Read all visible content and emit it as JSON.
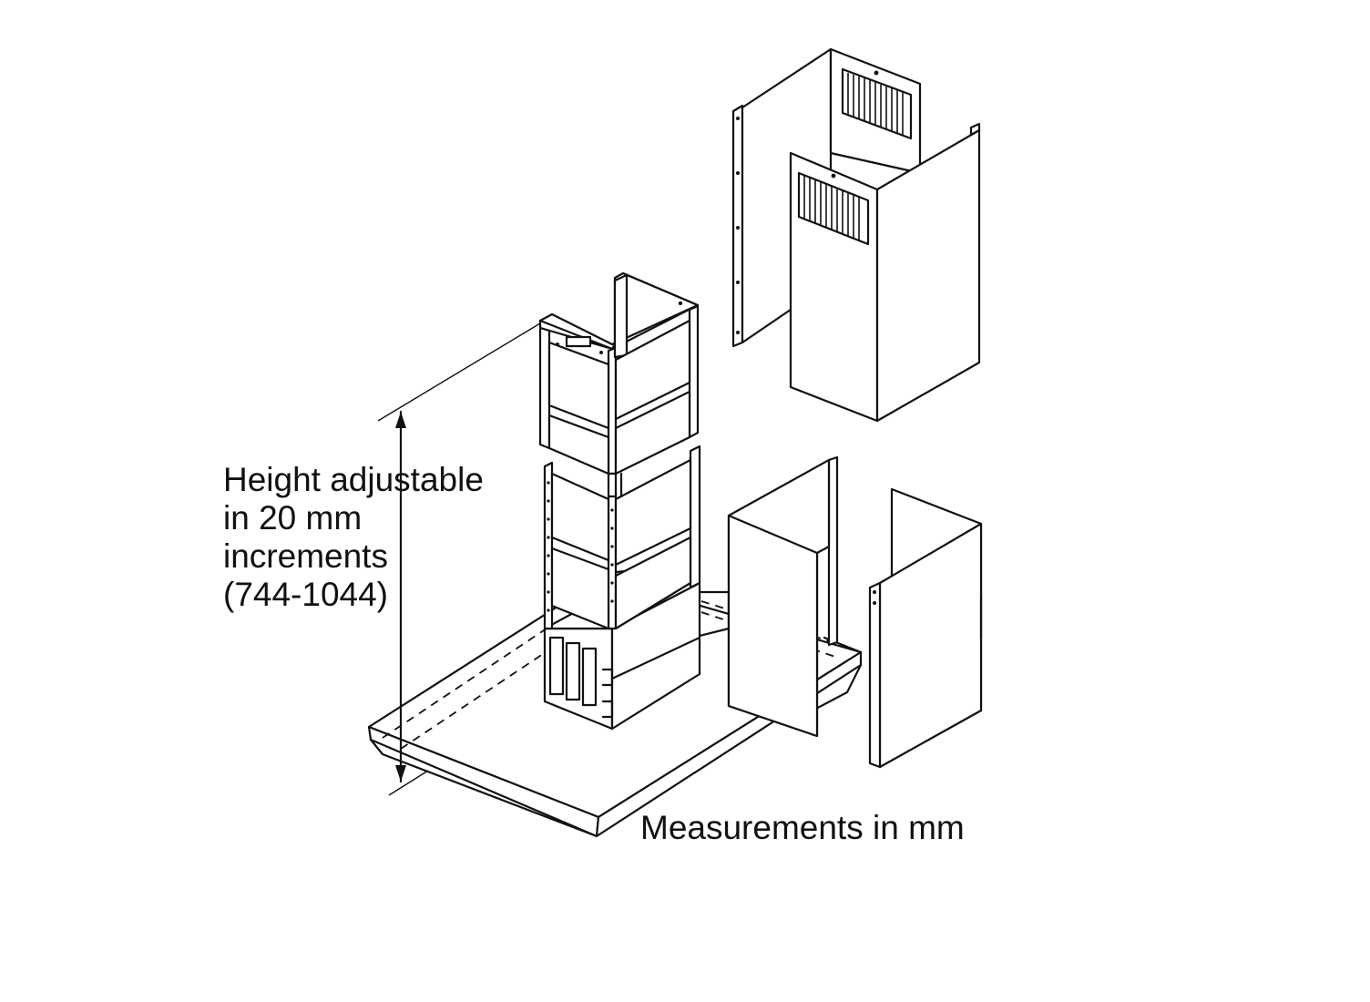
{
  "annotations": {
    "height_note": [
      "Height adjustable",
      "in 20 mm",
      "increments",
      "(744-1044)"
    ],
    "measurements_note": "Measurements in mm"
  },
  "parts": [
    "upper-chimney-back-panel-icon",
    "upper-chimney-front-panel-icon",
    "lower-chimney-left-panel-icon",
    "lower-chimney-right-panel-icon",
    "mounting-frame-icon",
    "hood-base-plate-icon",
    "height-dimension-arrow-icon"
  ]
}
